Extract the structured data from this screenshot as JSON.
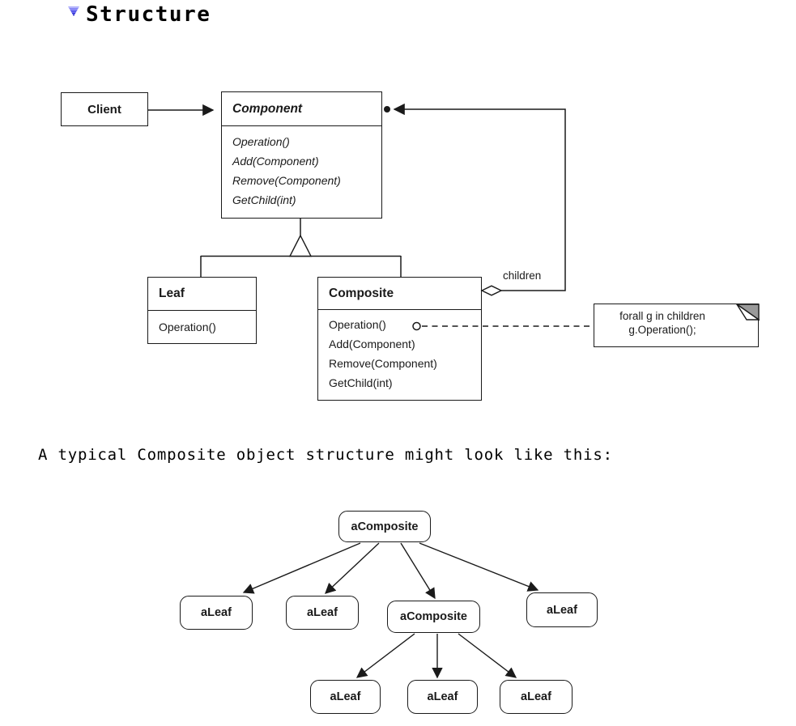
{
  "header": {
    "title": "Structure"
  },
  "uml": {
    "client": {
      "title": "Client"
    },
    "component": {
      "title": "Component",
      "methods": [
        "Operation()",
        "Add(Component)",
        "Remove(Component)",
        "GetChild(int)"
      ]
    },
    "leaf": {
      "title": "Leaf",
      "methods": [
        "Operation()"
      ]
    },
    "composite": {
      "title": "Composite",
      "methods": [
        "Operation()",
        "Add(Component)",
        "Remove(Component)",
        "GetChild(int)"
      ]
    },
    "children_label": "children",
    "note": {
      "line1": "forall g in children",
      "line2": "g.Operation();"
    }
  },
  "caption": "A typical Composite object structure might look like this:",
  "objects": {
    "root": {
      "label": "aComposite"
    },
    "row2": [
      {
        "label": "aLeaf"
      },
      {
        "label": "aLeaf"
      },
      {
        "label": "aComposite"
      },
      {
        "label": "aLeaf"
      }
    ],
    "row3": [
      {
        "label": "aLeaf"
      },
      {
        "label": "aLeaf"
      },
      {
        "label": "aLeaf"
      }
    ]
  },
  "colors": {
    "ink": "#1a1a1a",
    "note_fold": "#9a9a9a",
    "toggle_blue": "#2b2bd6",
    "background": "#ffffff"
  }
}
